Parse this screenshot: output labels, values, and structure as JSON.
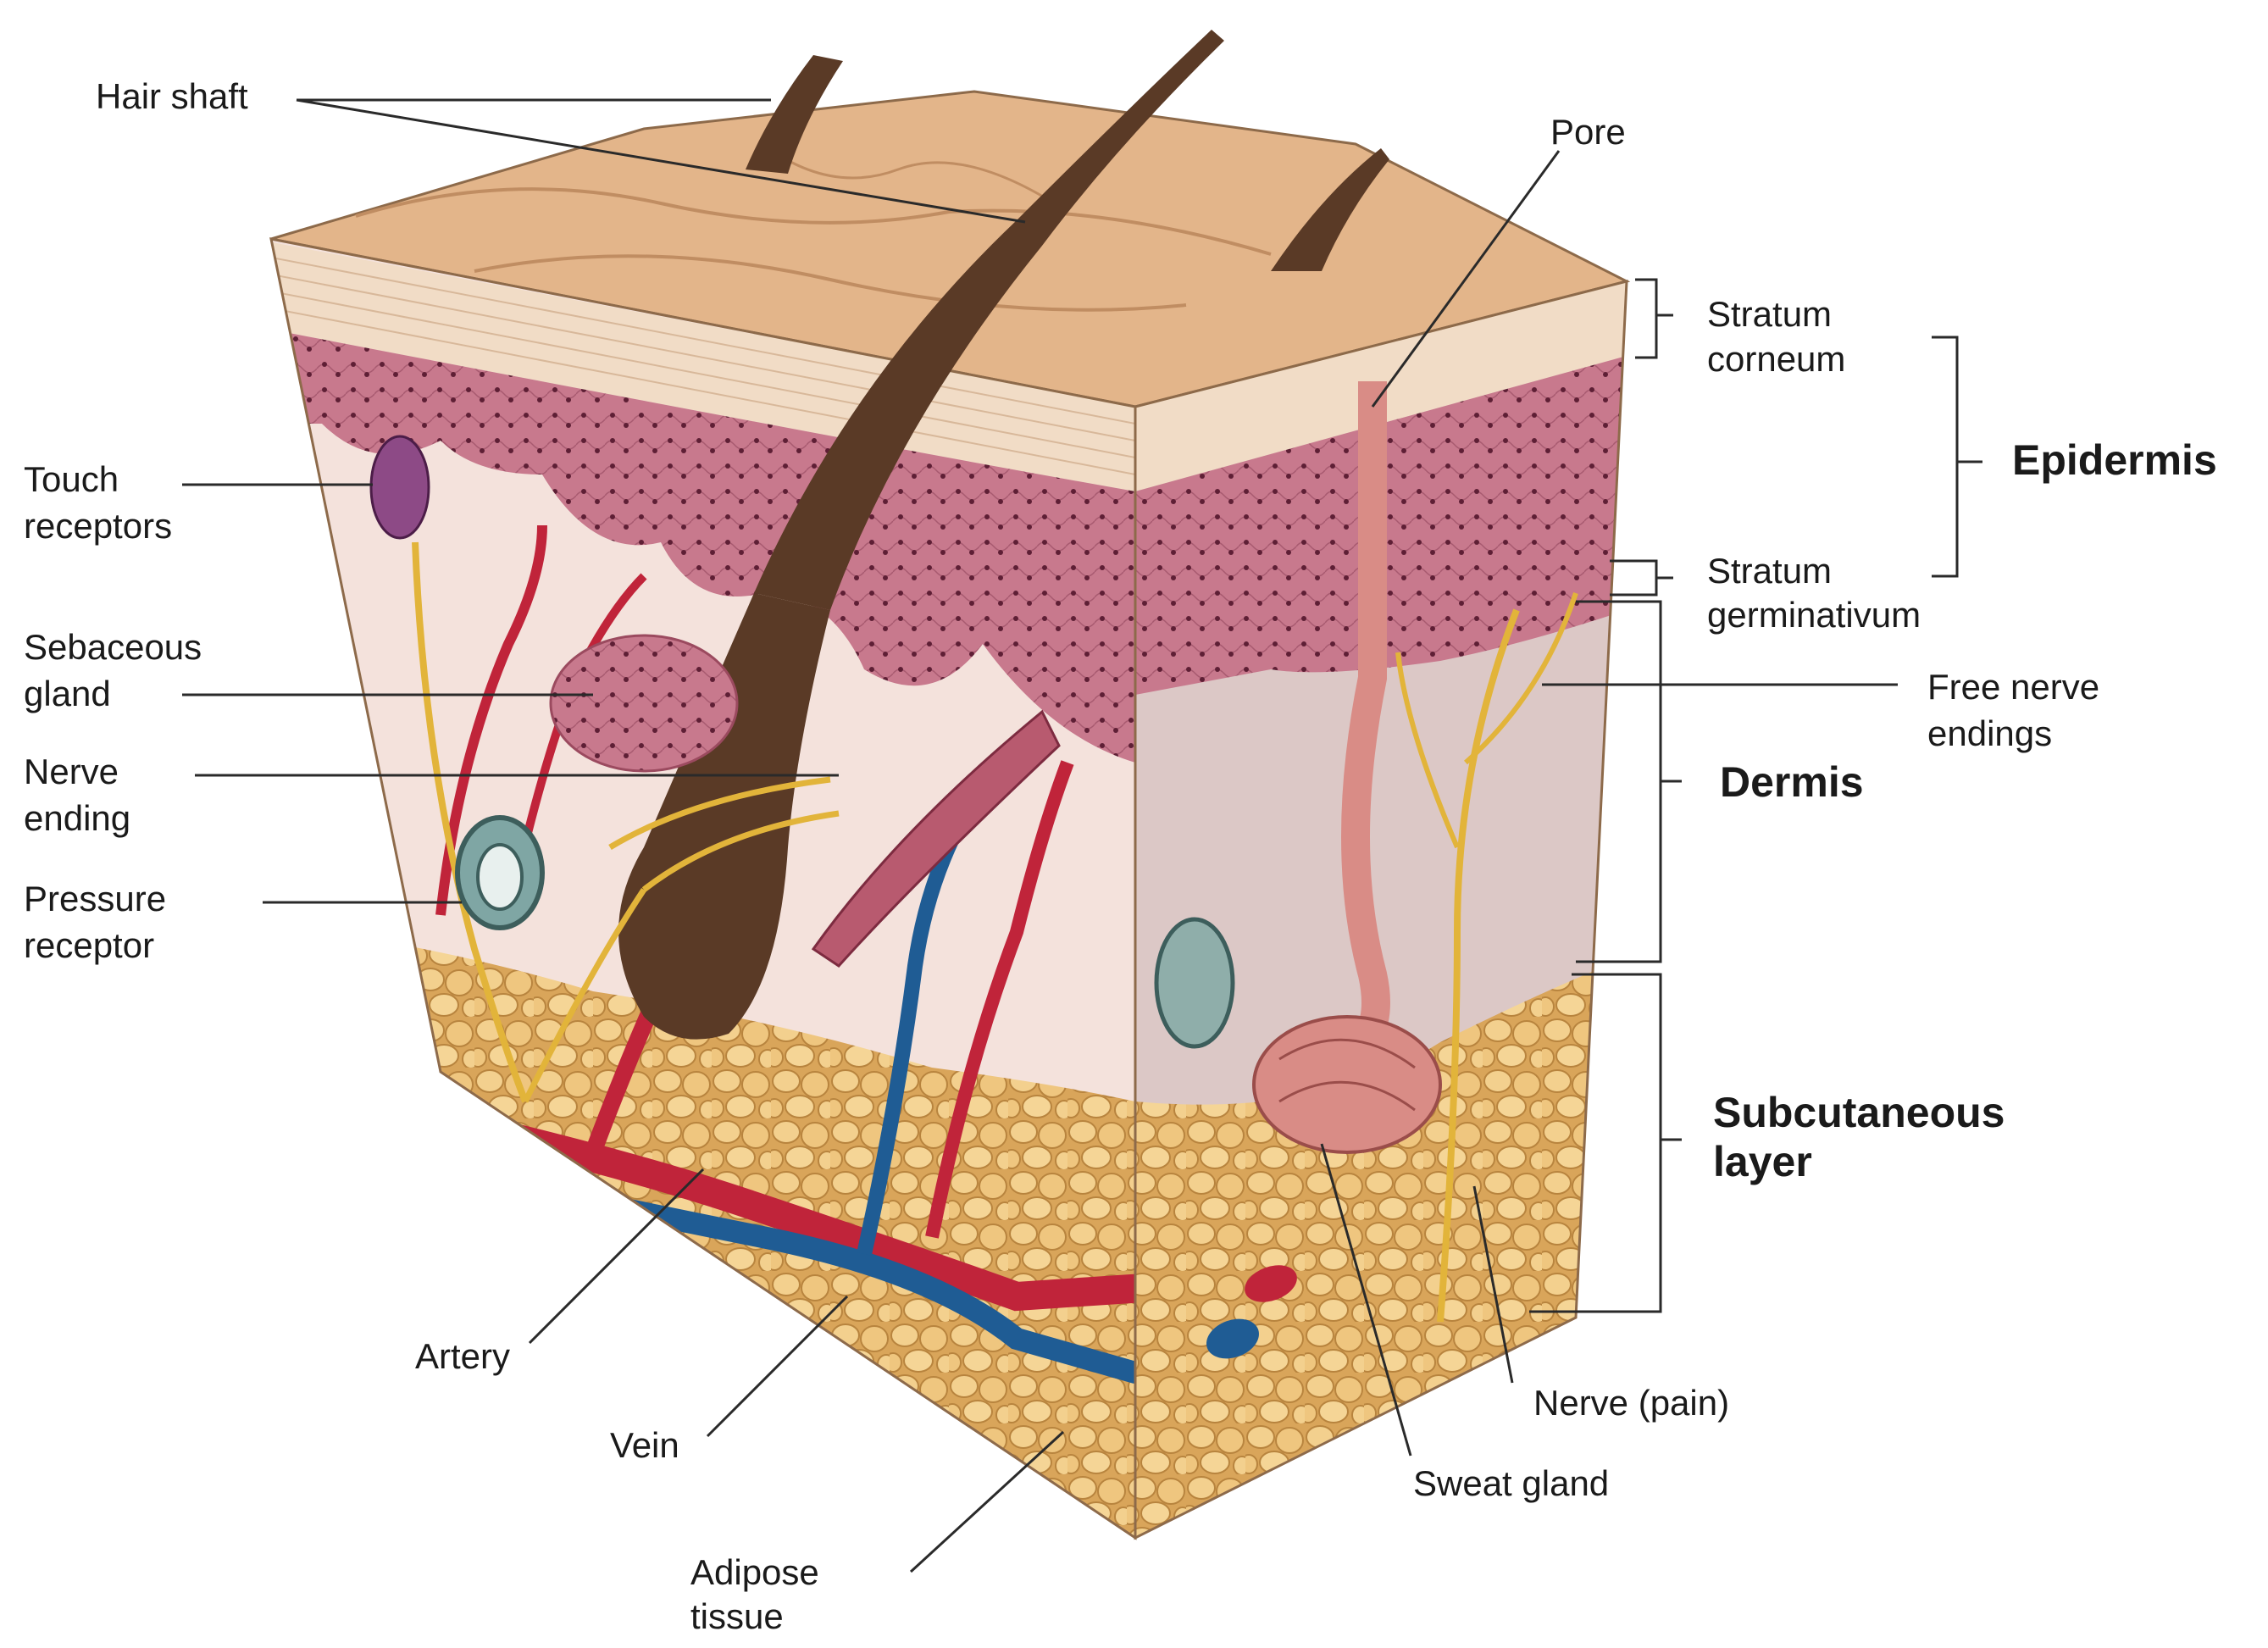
{
  "labels": {
    "hair_shaft": "Hair shaft",
    "pore": "Pore",
    "touch_receptors": [
      "Touch",
      "receptors"
    ],
    "sebaceous_gland": [
      "Sebaceous",
      "gland"
    ],
    "nerve_ending": [
      "Nerve",
      "ending"
    ],
    "pressure_receptor": [
      "Pressure",
      "receptor"
    ],
    "stratum_corneum": [
      "Stratum",
      "corneum"
    ],
    "stratum_germinativum": [
      "Stratum",
      "germinativum"
    ],
    "epidermis": "Epidermis",
    "free_nerve_endings": [
      "Free nerve",
      "endings"
    ],
    "dermis": "Dermis",
    "subcutaneous_layer": [
      "Subcutaneous",
      "layer"
    ],
    "artery": "Artery",
    "vein": "Vein",
    "nerve_pain": "Nerve (pain)",
    "sweat_gland": "Sweat gland",
    "adipose_tissue": [
      "Adipose",
      "tissue"
    ]
  },
  "colors": {
    "skin_surface": "#e3b58a",
    "stratum_corneum": "#f1dcc6",
    "epidermis": "#c97b8e",
    "dermis": "#f4e2dc",
    "dermis_right": "#dcc8c6",
    "adipose": "#eac177",
    "artery": "#c0243a",
    "vein": "#1f5c94",
    "nerve": "#e2b43a",
    "hair": "#5a3a26",
    "sweat_gland": "#d98c86"
  }
}
